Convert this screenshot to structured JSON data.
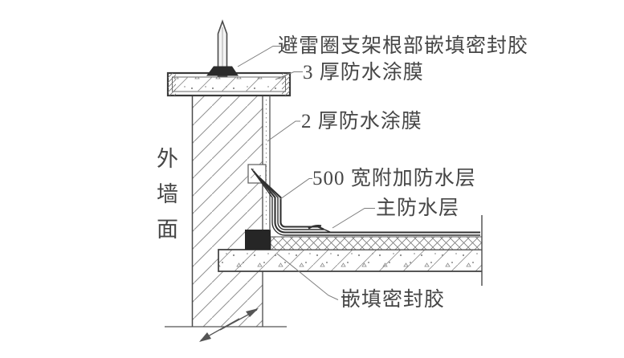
{
  "drawing": {
    "kind": "construction-detail-section",
    "subject": "parapet-roof waterproofing junction with lightning-ring support"
  },
  "labels": {
    "lightning_support_sealant": "避雷圈支架根部嵌填密封胶",
    "coating_3mm": "3 厚防水涂膜",
    "coating_2mm": "2 厚防水涂膜",
    "additional_layer_500": "500 宽附加防水层",
    "main_waterproof_layer": "主防水层",
    "caulked_sealant": "嵌填密封胶",
    "exterior_wall_face": "外墙面"
  },
  "colors": {
    "background": "#ffffff",
    "ink": "#3a3a3a",
    "line": "#5a5a5a",
    "hatch": "#8f8f8f",
    "text": "#464646",
    "sealant_fill": "#262626"
  }
}
